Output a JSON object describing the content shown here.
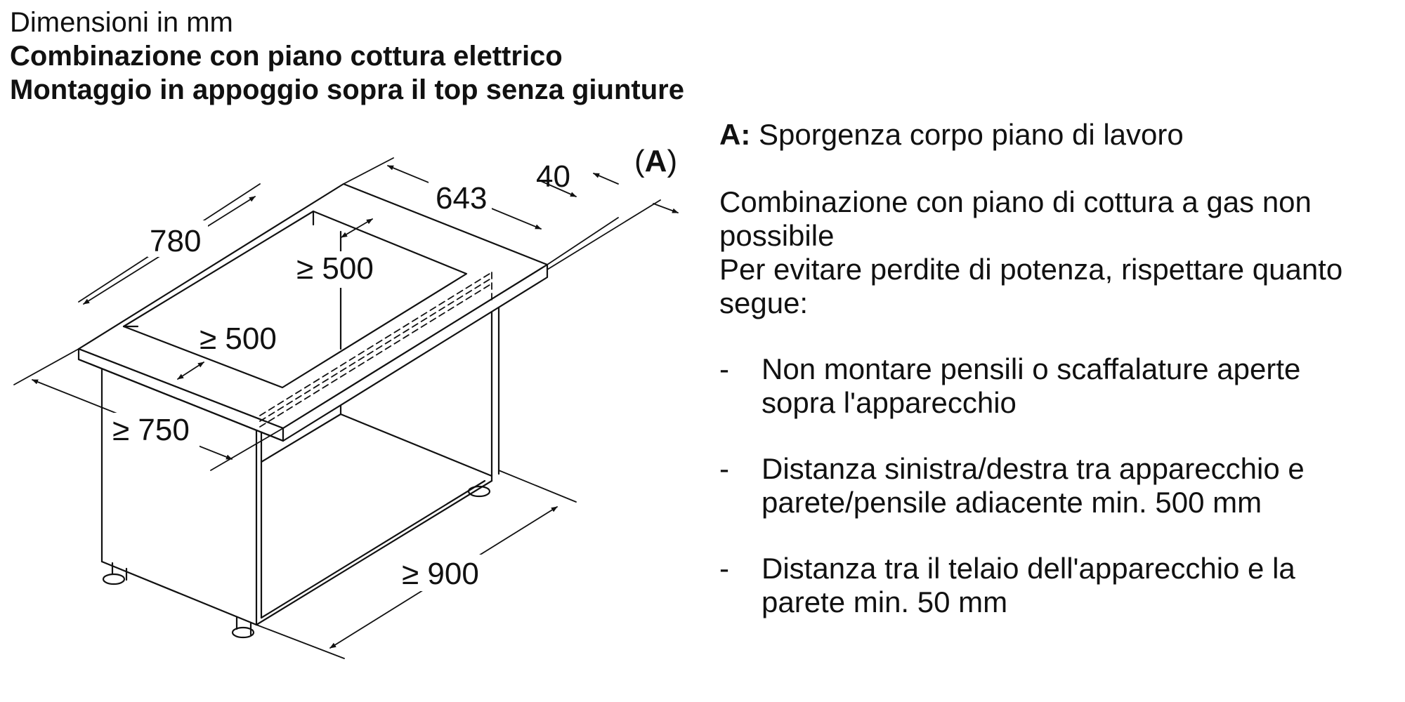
{
  "header": {
    "line1": "Dimensioni in mm",
    "line2": "Combinazione con piano cottura elettrico",
    "line3": "Montaggio in appoggio sopra il top senza giunture"
  },
  "diagram": {
    "dim_depth": "780",
    "dim_width": "643",
    "dim_overhang": "40",
    "label_a": "(A)",
    "dim_clear_back": "≥ 500",
    "dim_clear_left": "≥ 500",
    "dim_cabinet_depth": "≥ 750",
    "dim_cabinet_width": "≥ 900"
  },
  "legend": {
    "a_key": "A:",
    "a_text": "Sporgenza corpo piano di lavoro",
    "note_line1": "Combinazione con piano di cottura a gas non possibile",
    "note_line2": "Per evitare perdite di potenza, rispettare quanto segue:",
    "bullets": [
      {
        "dash": "-",
        "text": "Non montare pensili o scaffalature aperte sopra l'apparecchio"
      },
      {
        "dash": "-",
        "text": "Distanza sinistra/destra tra apparecchio e parete/pensile adiacente min. 500 mm"
      },
      {
        "dash": "-",
        "text": "Distanza tra il telaio dell'apparecchio e la parete min. 50 mm"
      }
    ]
  }
}
